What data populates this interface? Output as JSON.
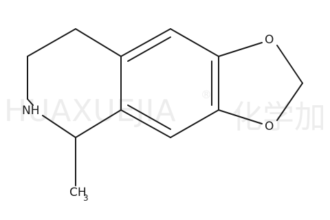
{
  "watermark": {
    "latin": "HUAXUEJIA",
    "registered": "®",
    "cjk": "化学加"
  },
  "atoms": {
    "o_top": "O",
    "o_bottom": "O",
    "nh": "NH",
    "ch3_main": "CH",
    "ch3_sub": "3"
  }
}
